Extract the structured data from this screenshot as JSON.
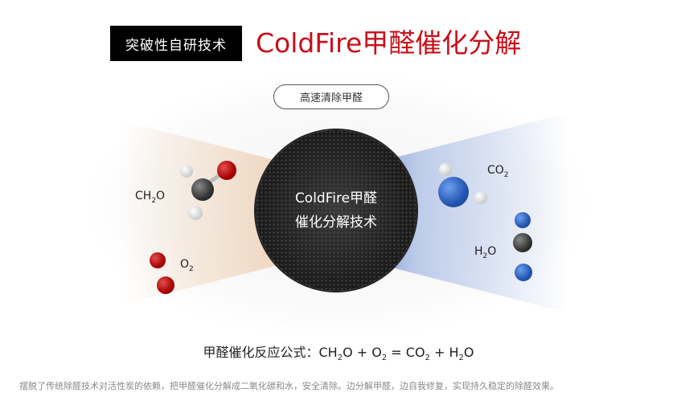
{
  "header": {
    "badge": "突破性自研技术",
    "title": "ColdFire甲醛催化分解"
  },
  "pill": "高速清除甲醛",
  "core": {
    "line1": "ColdFire甲醛",
    "line2": "催化分解技术"
  },
  "molecules": {
    "ch2o": [
      "CH",
      "2",
      "O"
    ],
    "o2": [
      "O",
      "2"
    ],
    "co2": [
      "CO",
      "2"
    ],
    "h2o": [
      "H",
      "2",
      "O"
    ]
  },
  "formula": {
    "label": "甲醛催化反应公式：",
    "parts": [
      "CH",
      "2",
      "O + O",
      "2",
      " = CO",
      "2",
      " + H",
      "2",
      "O"
    ]
  },
  "footer": "摆脱了传统除醛技术对活性炭的依赖，把甲醛催化分解成二氧化碳和水，安全清除。边分解甲醛，边自我修复，实现持久稳定的除醛效果。",
  "colors": {
    "title": "#c8101a",
    "badge_bg": "#000000"
  }
}
